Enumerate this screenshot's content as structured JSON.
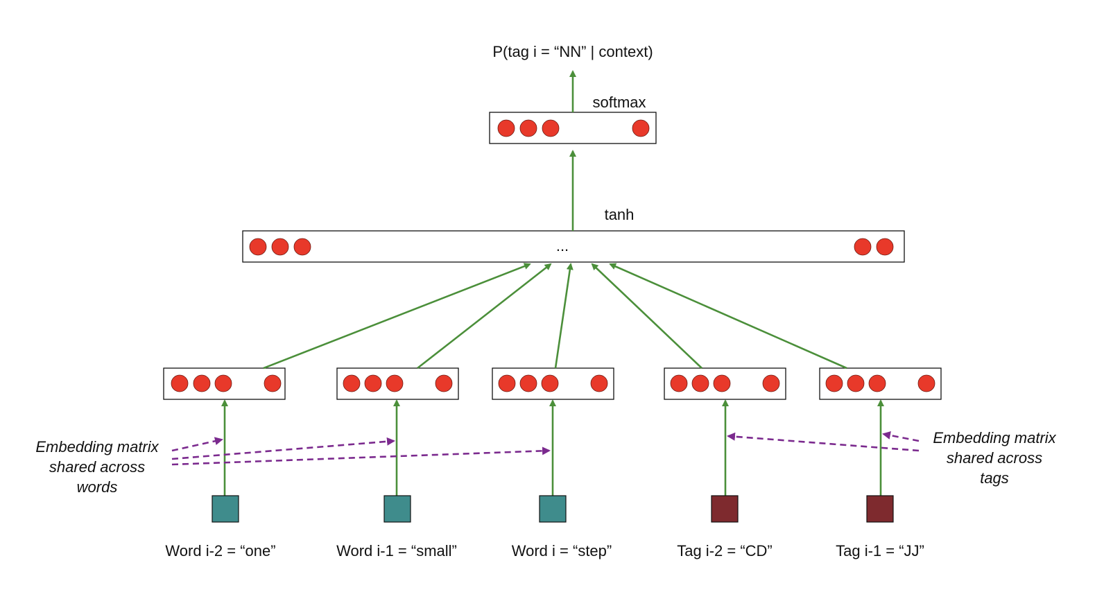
{
  "title": "P(tag i = “NN” | context)",
  "layers": {
    "softmax": {
      "label": "softmax"
    },
    "hidden": {
      "label": "tanh",
      "ellipsis": "..."
    }
  },
  "inputs": [
    {
      "label": "Word i-2 = “one”",
      "kind": "word"
    },
    {
      "label": "Word i-1 = “small”",
      "kind": "word"
    },
    {
      "label": "Word i = “step”",
      "kind": "word"
    },
    {
      "label": "Tag i-2 = “CD”",
      "kind": "tag"
    },
    {
      "label": "Tag i-1 = “JJ”",
      "kind": "tag"
    }
  ],
  "notes": {
    "words": [
      "Embedding matrix",
      "shared across",
      "words"
    ],
    "tags": [
      "Embedding matrix",
      "shared across",
      "tags"
    ]
  },
  "colors": {
    "neuron": "#e8392a",
    "arrow": "#4b8f3a",
    "dashed_arrow": "#7b2a8e",
    "word_input": "#3f8c8c",
    "tag_input": "#7e2a2e",
    "box_stroke": "#111111"
  }
}
